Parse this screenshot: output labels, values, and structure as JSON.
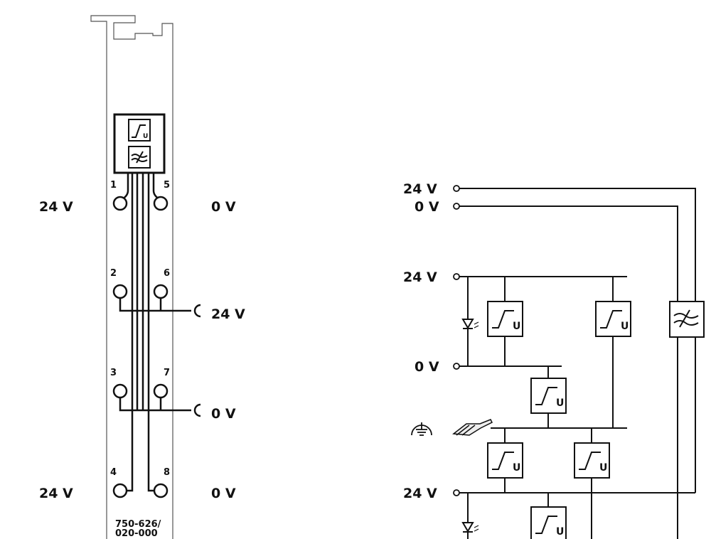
{
  "module": {
    "part_number_line1": "750-626/",
    "part_number_line2": "020-000",
    "pins": [
      "1",
      "2",
      "3",
      "4",
      "5",
      "6",
      "7",
      "8"
    ],
    "left_labels": [
      "24 V",
      "24 V"
    ],
    "right_labels": [
      "0 V",
      "24 V",
      "0 V",
      "0 V"
    ],
    "symbols": [
      "surge-protection",
      "filter"
    ]
  },
  "schematic": {
    "labels": [
      "24 V",
      "0 V",
      "24 V",
      "0 V",
      "24 V"
    ],
    "symbol_letter": "U"
  }
}
